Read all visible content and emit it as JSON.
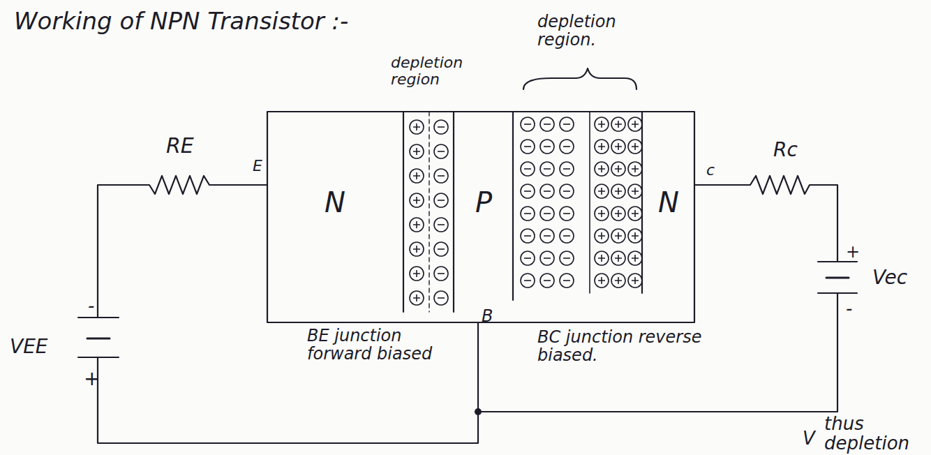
{
  "diagram": {
    "title": "Working of NPN Transistor :-",
    "nodes": [
      {
        "text": [
          "N"
        ]
      },
      {
        "text": [
          "P"
        ]
      },
      {
        "text": [
          "N"
        ]
      }
    ],
    "labels": [
      "depletion region",
      "depletion region.",
      "RE",
      "E",
      "B",
      "c",
      "Rc",
      "Vec",
      "VEE",
      "-",
      "+",
      "+",
      "-",
      "BE junction forward biased",
      "BC junction reverse biased.",
      "V",
      "thus depletion"
    ]
  }
}
